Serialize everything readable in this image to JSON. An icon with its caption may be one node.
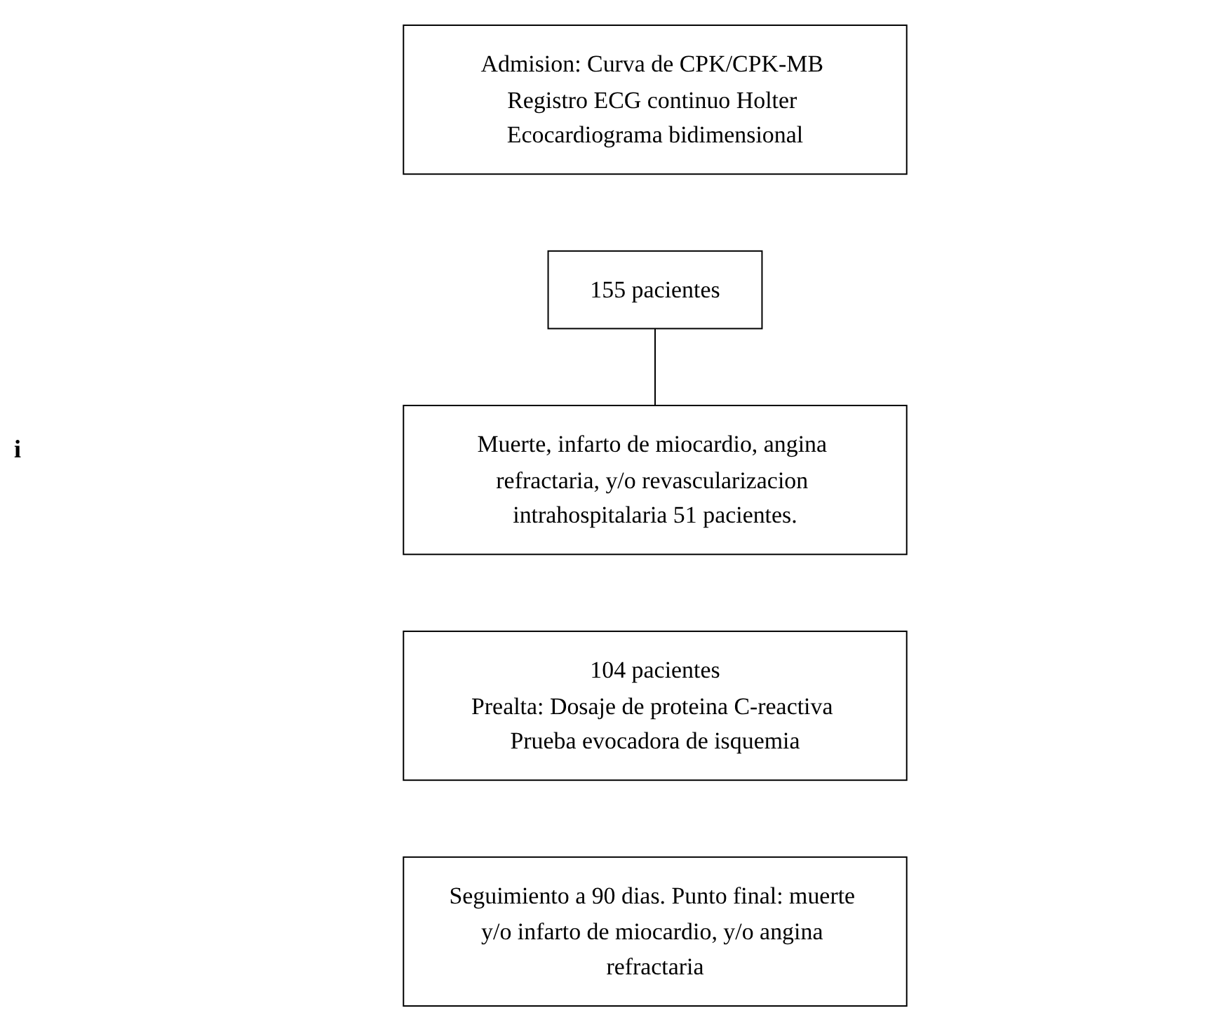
{
  "diagram": {
    "nodes": [
      {
        "text": [
          "Admision: Curva de CPK/CPK-MB Registro ECG continuo Holter Ecocardiograma bidimensional"
        ]
      },
      {
        "text": [
          "155 pacientes"
        ]
      },
      {
        "text": [
          "Muerte, infarto de miocardio, angina refractaria, y/o revascularizacion intrahospitalaria 51 pacientes."
        ]
      },
      {
        "text": [
          "104 pacientes",
          "Prealta: Dosaje de proteina C-reactiva Prueba evocadora de isquemia"
        ]
      },
      {
        "text": [
          "Seguimiento a 90 dias. Punto final: muerte y/o infarto de miocardio, y/o angina refractaria"
        ]
      }
    ],
    "edges": [
      {
        "from": 1,
        "to": 2,
        "arrow": "none"
      }
    ],
    "labels": [
      "i"
    ]
  }
}
